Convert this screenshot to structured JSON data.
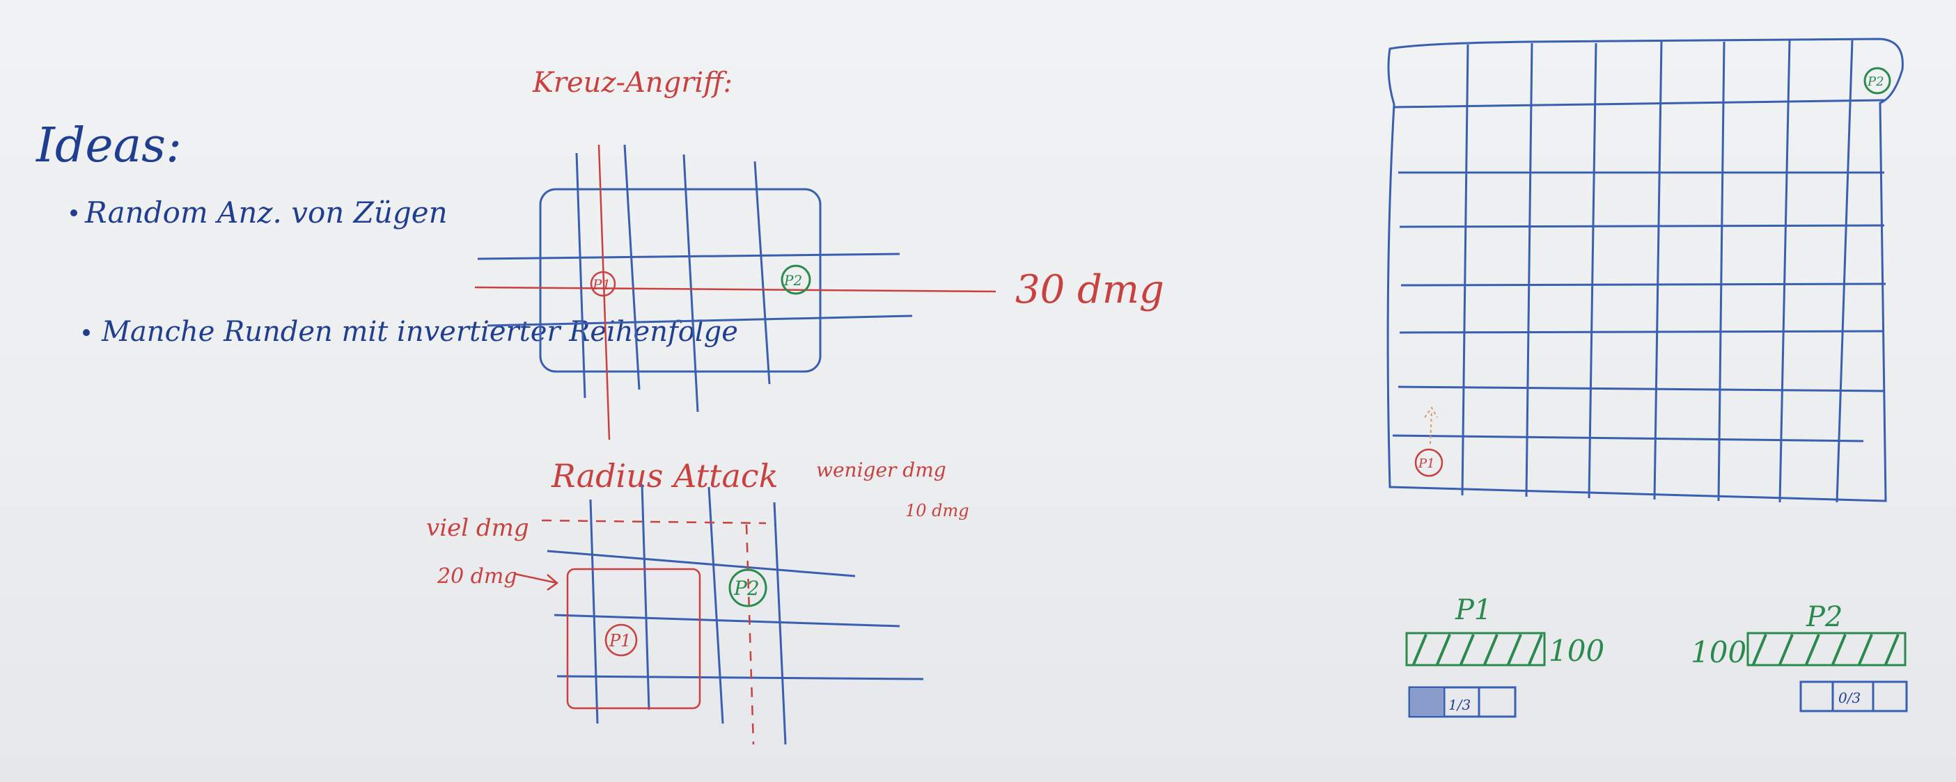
{
  "ideas": {
    "title": "Ideas:",
    "items": [
      "Random Anz. von Zügen",
      "Manche Runden mit invertierter Reihenfolge"
    ]
  },
  "cross_attack": {
    "title": "Kreuz-Angriff:",
    "p1": "P1",
    "p2": "P2",
    "damage": "30 dmg"
  },
  "radius_attack": {
    "title": "Radius Attack",
    "less_label": "weniger dmg",
    "less_value": "10 dmg",
    "more_label": "viel dmg",
    "more_value": "20 dmg",
    "p1": "P1",
    "p2": "P2"
  },
  "board": {
    "p1": "P1",
    "p2": "P2"
  },
  "status": {
    "p1_label": "P1",
    "p1_hp": "100",
    "p1_moves": "1/3",
    "p2_label": "P2",
    "p2_hp": "100",
    "p2_moves": "0/3"
  },
  "colors": {
    "blue": "#1f3e8f",
    "red": "#c8413e",
    "green": "#2a8a4e",
    "board": "#eef0f2"
  }
}
